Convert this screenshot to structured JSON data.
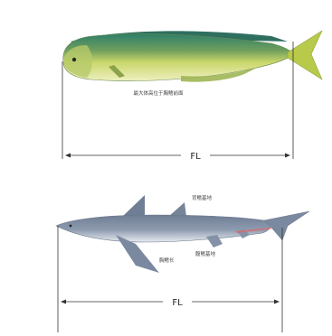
{
  "figure": {
    "dolphinfish": {
      "note": "最大体高位于胸鳍前面",
      "measure_label": "FL"
    },
    "shark": {
      "note_dorsal": "背鳍基地",
      "note_pectoral": "胸鳍长",
      "note_anal": "腹鳍基地",
      "measure_label": "FL"
    }
  },
  "colors": {
    "mahi_back": "#2f7f6a",
    "mahi_side": "#c9d66a",
    "mahi_belly": "#eef0c0",
    "shark_body": "#7f8ea2",
    "shark_belly": "#e7ebef",
    "line": "#333333"
  }
}
